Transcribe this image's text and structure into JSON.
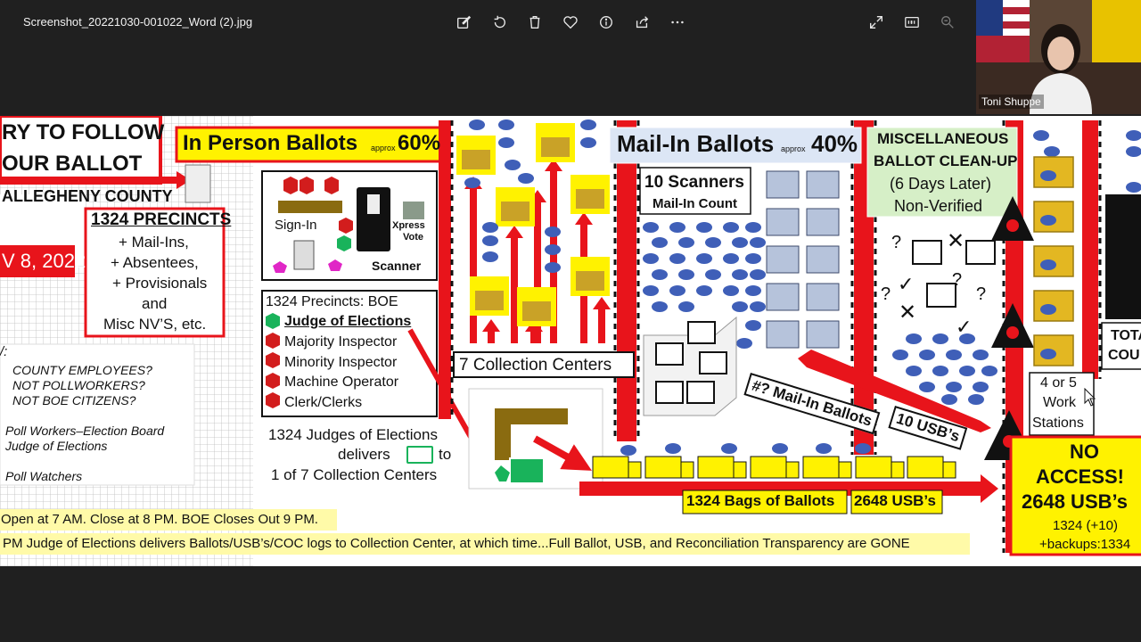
{
  "window": {
    "filename": "Screenshot_20221030-001022_Word (2).jpg"
  },
  "toolbar": {
    "icons": [
      "edit-icon",
      "rotate-icon",
      "delete-icon",
      "favorite-icon",
      "info-icon",
      "share-icon",
      "more-icon",
      "expand-icon",
      "actual-size-icon",
      "zoom-out-icon"
    ]
  },
  "webcam": {
    "name": "Toni Shuppe"
  },
  "diagram": {
    "left": {
      "title_line1": "RY TO FOLLOW",
      "title_line2": "OUR BALLOT",
      "county": "ALLEGHENY  COUNTY",
      "date": "V 8, 2022",
      "precincts_title": "1324 PRECINCTS",
      "precincts_lines": [
        "+ Mail-Ins,",
        "+ Absentees,",
        "+ Provisionals",
        "and",
        "Misc NV’S, etc."
      ],
      "legend_colon": "/:",
      "legend_q1": "COUNTY EMPLOYEES?",
      "legend_q2": "NOT POLLWORKERS?",
      "legend_q3": "NOT BOE CITIZENS?",
      "legend_pw1": "Poll Workers–Election Board",
      "legend_pw2": "Judge of Elections",
      "legend_watch": "Poll Watchers"
    },
    "in_person": {
      "title": "In Person Ballots",
      "approx": "approx",
      "pct": "60%",
      "signin": "Sign-In",
      "xpress": "Xpress",
      "vote": "Vote",
      "scanner": "Scanner",
      "boe_title": "1324 Precincts: BOE",
      "roles": [
        "Judge of Elections",
        "Majority Inspector",
        "Minority Inspector",
        "Machine Operator",
        "Clerk/Clerks"
      ],
      "judges1": "1324 Judges of Elections",
      "judges2": "delivers",
      "judges3": "to",
      "judges4": "1 of 7 Collection Centers"
    },
    "collection": {
      "label": "7 Collection Centers"
    },
    "mail_in": {
      "title": "Mail-In Ballots",
      "approx": "approx",
      "pct": "40%",
      "scanners1": "10 Scanners",
      "scanners2": "Mail-In Count",
      "tag1": "#? Mail-In Ballots",
      "tag2": "10 USB’s"
    },
    "misc": {
      "line1": "MISCELLANEOUS",
      "line2": "BALLOT CLEAN-UP",
      "line3": "(6 Days Later)",
      "line4": "Non-Verified"
    },
    "work": {
      "line1": "4 or 5",
      "line2": "Work",
      "line3": "Stations"
    },
    "total": {
      "line1": "TOTA",
      "line2": "COU"
    },
    "bags": "1324 Bags of Ballots",
    "usbs": "2648 USB’s",
    "noaccess": {
      "line1": "NO",
      "line2": "ACCESS!",
      "line3": "2648 USB’s",
      "line4": "1324 (+10)",
      "line5": "+backups:1334"
    },
    "footer1": "Open at 7 AM. Close at 8 PM. BOE Closes Out 9 PM.",
    "footer2": "PM Judge of Elections delivers Ballots/USB’s/COC logs to Collection Center, at which time...Full Ballot, USB, and Reconciliation Transparency are GONE"
  },
  "colors": {
    "red": "#e8141b",
    "yellow": "#fff200",
    "blue": "#3f5fb8",
    "green": "#d6efc7",
    "gold": "#c9a227"
  }
}
